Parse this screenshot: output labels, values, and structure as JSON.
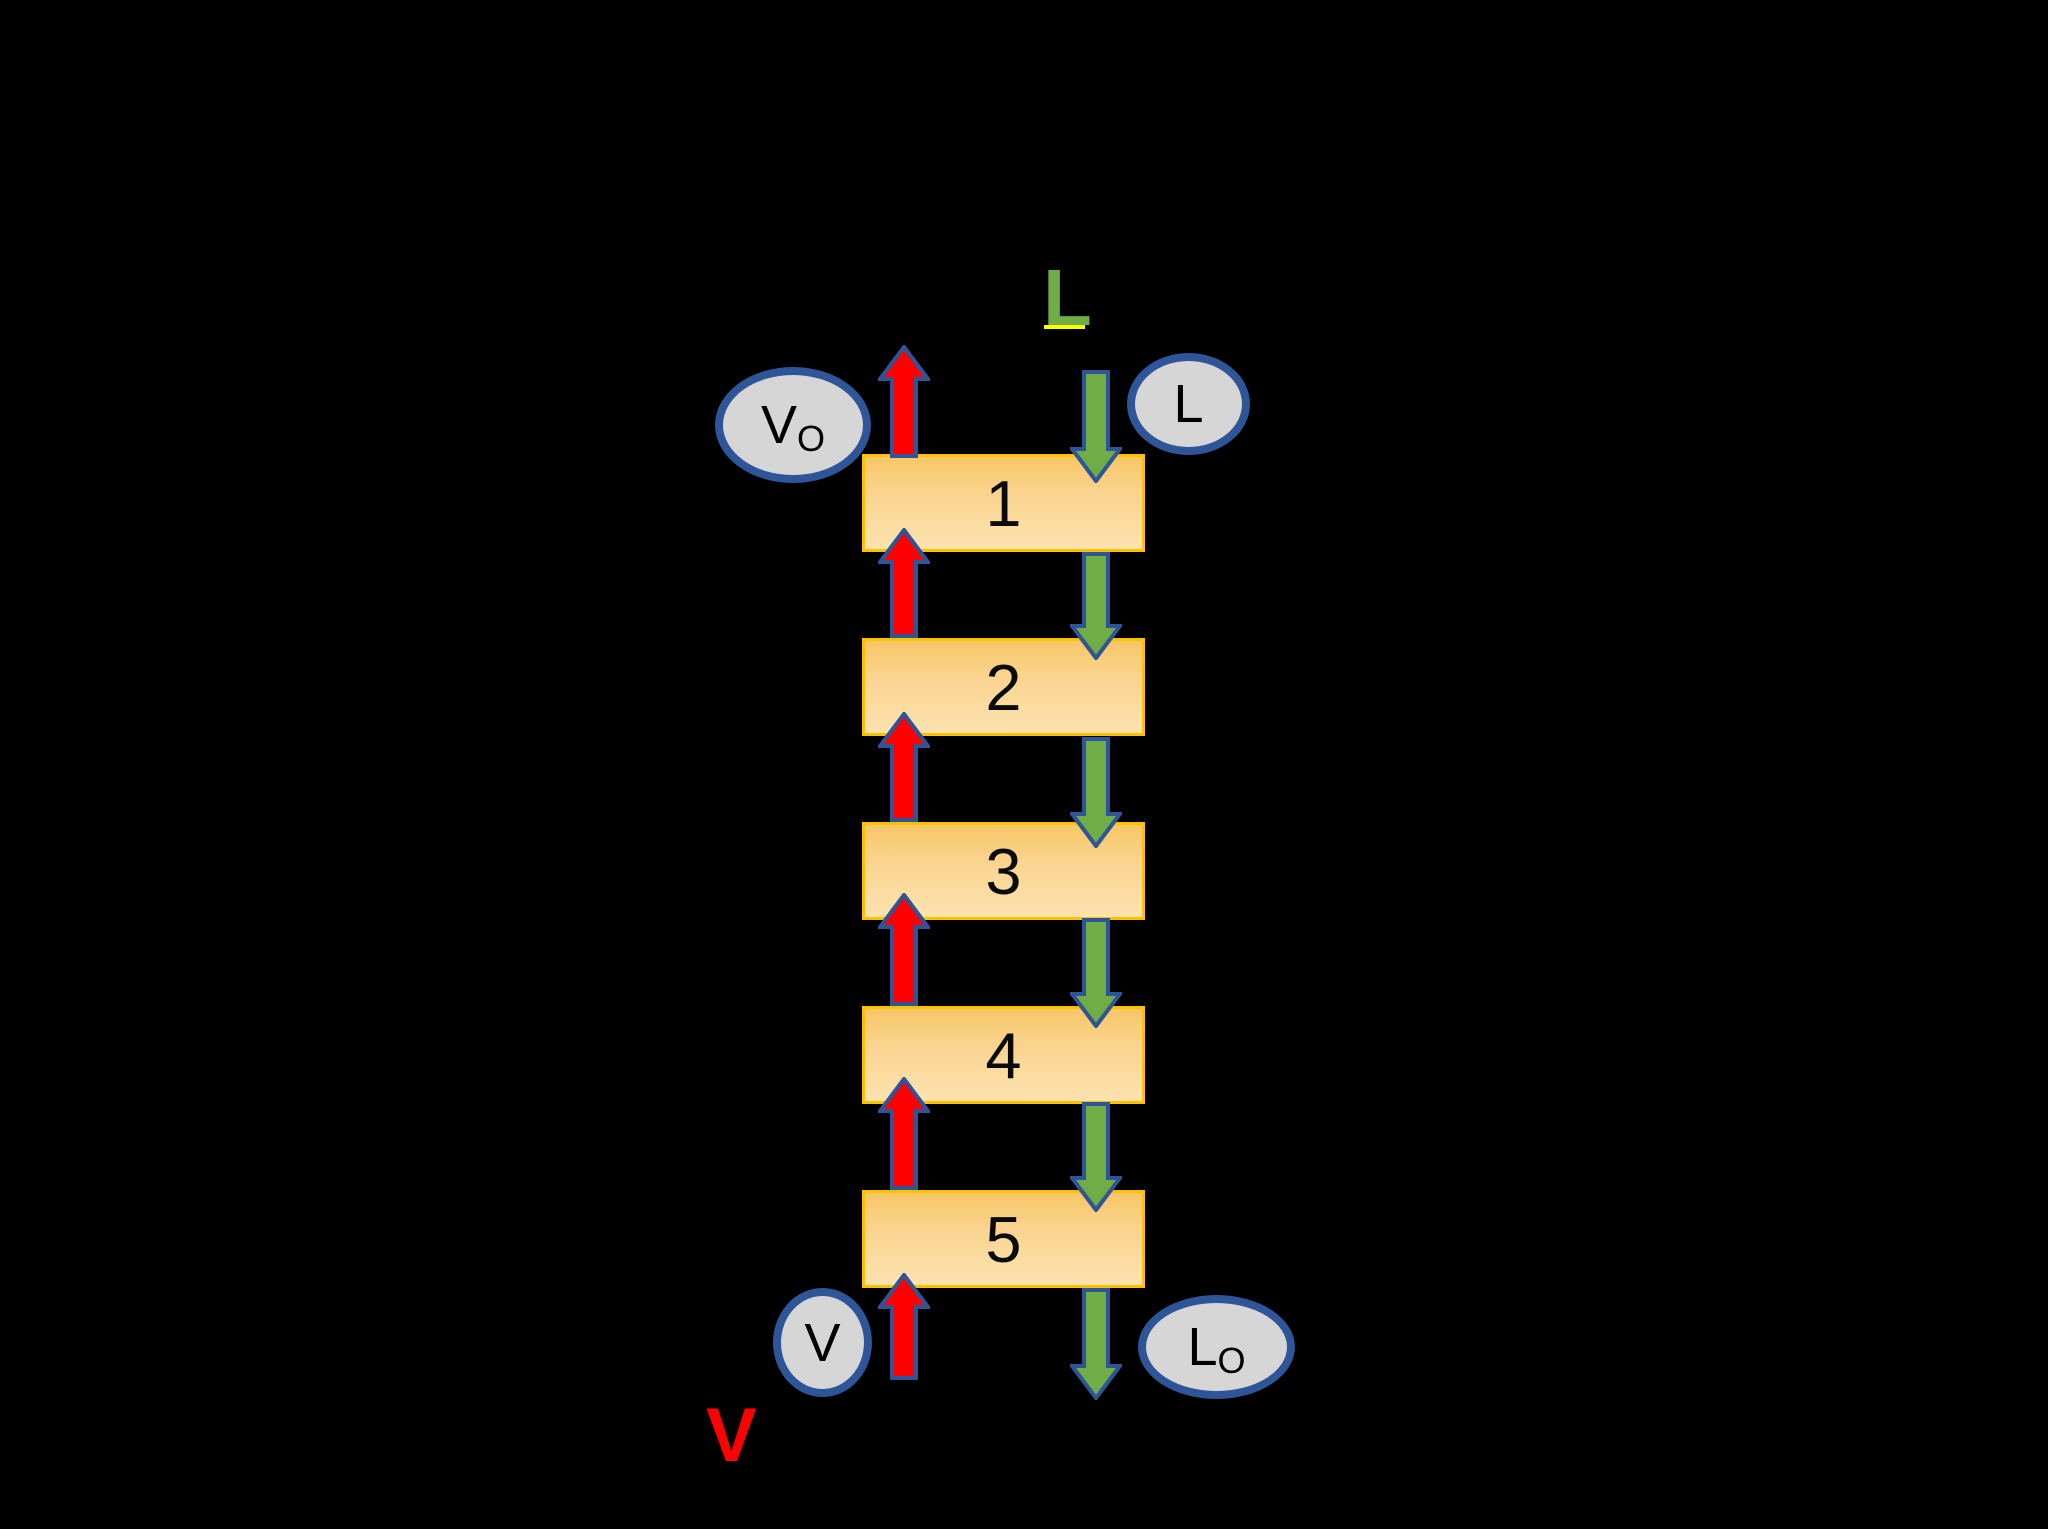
{
  "scene": {
    "description": "Five-stage counter-current vapor-liquid cascade diagram on black background",
    "background": "#000000",
    "top_stream_label": {
      "text": "L"
    },
    "bottom_stream_label": {
      "text": "V"
    },
    "stages": [
      {
        "label": "1"
      },
      {
        "label": "2"
      },
      {
        "label": "3"
      },
      {
        "label": "4"
      },
      {
        "label": "5"
      }
    ],
    "stream_bubbles": {
      "top_left": {
        "main": "V",
        "sub": "O"
      },
      "top_right": {
        "main": "L",
        "sub": ""
      },
      "bottom_left": {
        "main": "V",
        "sub": ""
      },
      "bottom_right": {
        "main": "L",
        "sub": "O"
      }
    },
    "colors": {
      "background": "#000000",
      "vapor_arrow": "#FF0000",
      "liquid_arrow": "#70AD47",
      "arrow_outline": "#2E5597",
      "stage_fill_top": "#F7C667",
      "stage_fill_bottom": "#FDE3B0",
      "stage_border": "#FFC000",
      "bubble_fill": "#D6D6D6",
      "bubble_border": "#2E5597",
      "highlight": "#FFFF00"
    }
  }
}
